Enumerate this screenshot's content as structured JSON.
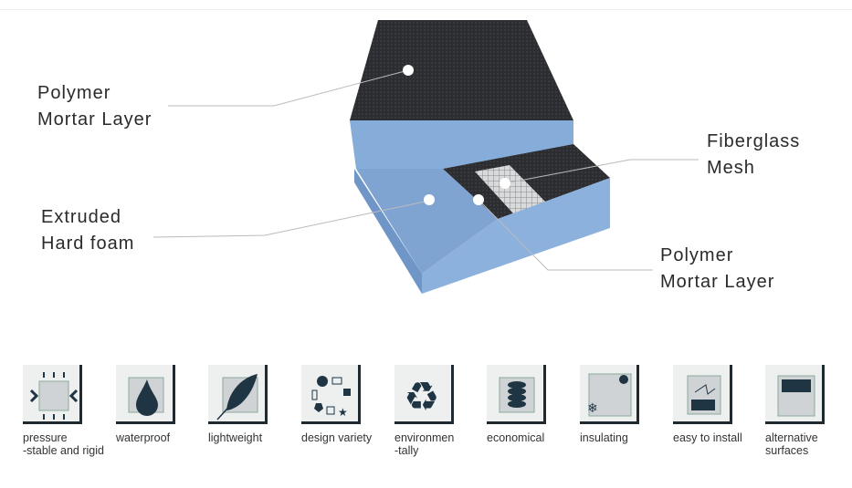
{
  "labels": {
    "polymer_top": [
      "Polymer",
      "Mortar Layer"
    ],
    "foam": [
      "Extruded",
      "Hard foam"
    ],
    "mesh": [
      "Fiberglass",
      "Mesh"
    ],
    "polymer_bottom": [
      "Polymer",
      "Mortar Layer"
    ]
  },
  "colors": {
    "foam": "#86acd9",
    "mortar": "#2b2d31",
    "icon_dark": "#1f3544"
  },
  "features": [
    {
      "icon": "pressure-icon",
      "label": "pressure",
      "label2": "-stable and rigid"
    },
    {
      "icon": "water-drop-icon",
      "label": "waterproof",
      "label2": ""
    },
    {
      "icon": "feather-icon",
      "label": "lightweight",
      "label2": ""
    },
    {
      "icon": "shapes-icon",
      "label": "design variety",
      "label2": ""
    },
    {
      "icon": "recycle-icon",
      "label": "environmen",
      "label2": "-tally"
    },
    {
      "icon": "coins-icon",
      "label": "economical",
      "label2": ""
    },
    {
      "icon": "sun-snow-icon",
      "label": "insulating",
      "label2": ""
    },
    {
      "icon": "install-icon",
      "label": "easy to install",
      "label2": ""
    },
    {
      "icon": "surface-icon",
      "label": "alternative",
      "label2": "surfaces"
    }
  ]
}
